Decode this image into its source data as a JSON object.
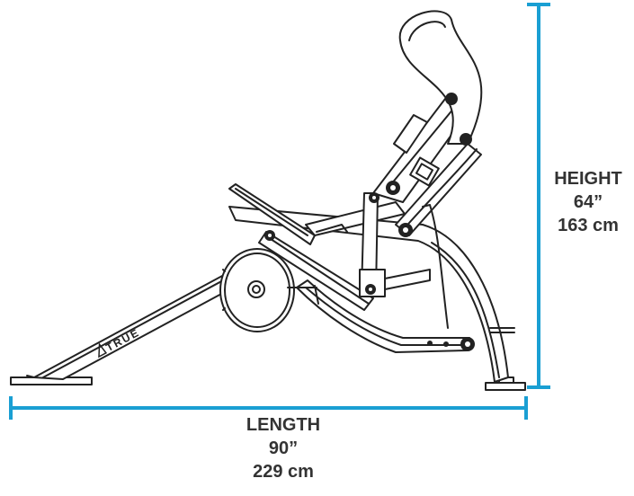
{
  "brand": {
    "logo_text": "TRUE"
  },
  "dimensions": {
    "height": {
      "label": "HEIGHT",
      "imperial": "64”",
      "metric": "163 cm"
    },
    "length": {
      "label": "LENGTH",
      "imperial": "90”",
      "metric": "229 cm"
    }
  },
  "colors": {
    "dimension_line": "#1a9fd3",
    "line_art": "#222222",
    "text": "#333333"
  }
}
